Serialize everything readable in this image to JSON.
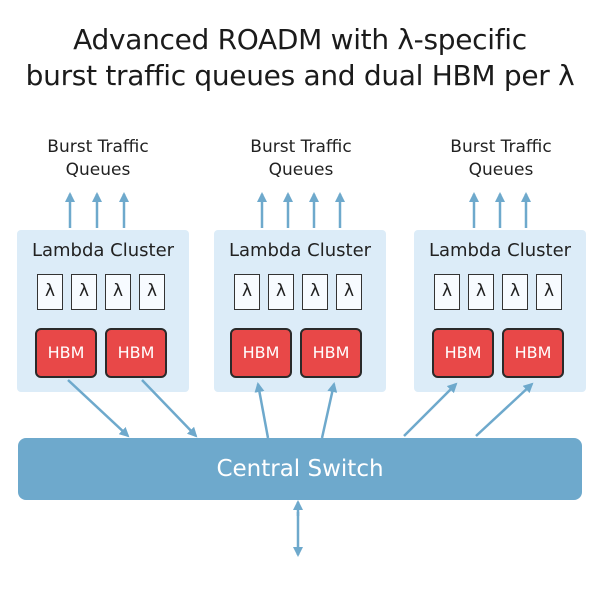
{
  "title": {
    "line1": "Advanced ROADM with λ-specific",
    "line2": "burst traffic queues and dual HBM per λ"
  },
  "clusters": [
    {
      "queue_label_line1": "Burst Traffic",
      "queue_label_line2": "Queues",
      "label": "Lambda Cluster",
      "lambdas": [
        "λ",
        "λ",
        "λ",
        "λ"
      ],
      "hbm": [
        "HBM",
        "HBM"
      ]
    },
    {
      "queue_label_line1": "Burst Traffic",
      "queue_label_line2": "Queues",
      "label": "Lambda Cluster",
      "lambdas": [
        "λ",
        "λ",
        "λ",
        "λ"
      ],
      "hbm": [
        "HBM",
        "HBM"
      ]
    },
    {
      "queue_label_line1": "Burst Traffic",
      "queue_label_line2": "Queues",
      "label": "Lambda Cluster",
      "lambdas": [
        "λ",
        "λ",
        "λ",
        "λ"
      ],
      "hbm": [
        "HBM",
        "HBM"
      ]
    }
  ],
  "switch": {
    "label": "Central Switch"
  },
  "colors": {
    "cluster_bg": "#dcecf8",
    "hbm": "#e84848",
    "switch": "#6ea9cc",
    "arrow": "#6ea9cc"
  }
}
